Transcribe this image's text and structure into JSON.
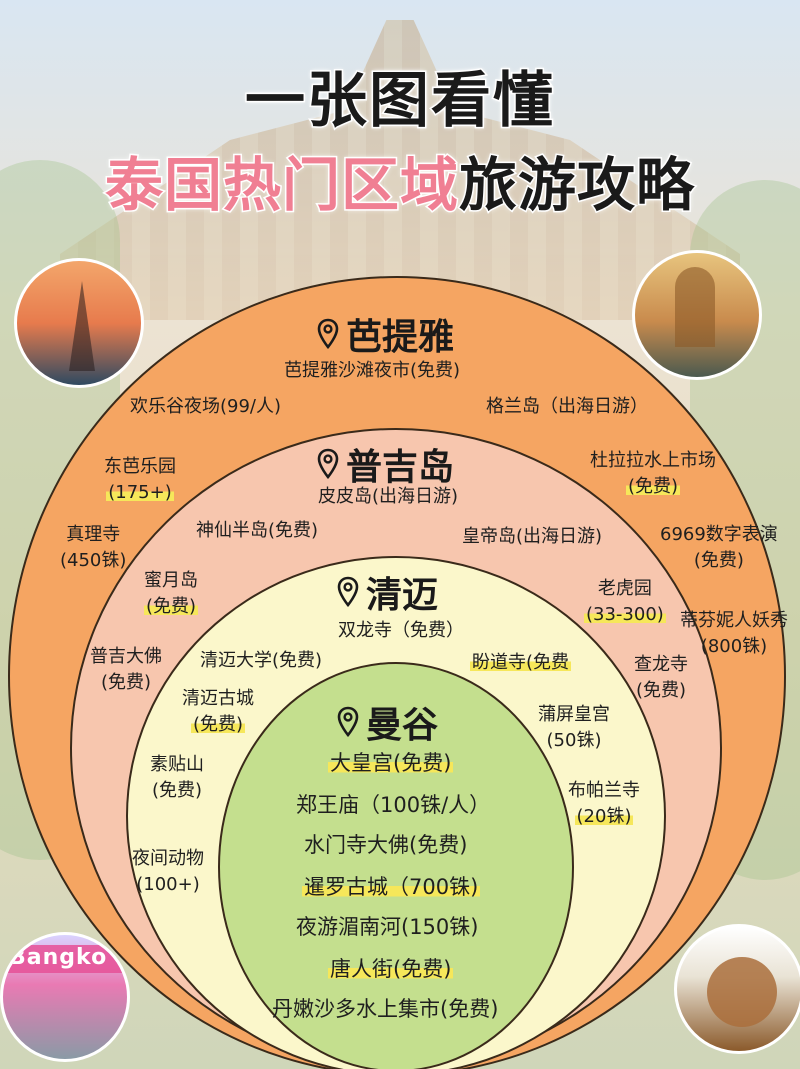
{
  "title": {
    "line1": "一张图看懂",
    "line2_pink": "泰国热门区域",
    "line2_black": "旅游攻略"
  },
  "photos": {
    "bottom_left_text": "Bangko"
  },
  "regions": {
    "pattaya": {
      "name": "芭提雅",
      "items": [
        "芭提雅沙滩夜市(免费)",
        "欢乐谷夜场(99/人)",
        "格兰岛（出海日游）",
        "东芭乐园",
        "(175+)",
        "杜拉拉水上市场",
        "(免费)",
        "真理寺",
        "(450铢)",
        "6969数字表演",
        "(免费)",
        "蒂芬妮人妖秀",
        "(800铢)"
      ]
    },
    "phuket": {
      "name": "普吉岛",
      "items": [
        "皮皮岛(出海日游)",
        "神仙半岛(免费)",
        "皇帝岛(出海日游)",
        "蜜月岛",
        "(免费)",
        "老虎园",
        "(33-300)",
        "普吉大佛",
        "(免费)",
        "查龙寺",
        "(免费)"
      ]
    },
    "chiangmai": {
      "name": "清迈",
      "items": [
        "双龙寺（免费）",
        "清迈大学(免费)",
        "盼道寺(免费",
        "清迈古城",
        "(免费)",
        "蒲屏皇宫",
        "(50铢)",
        "素贴山",
        "(免费)",
        "布帕兰寺",
        "(20铢)",
        "夜间动物",
        "(100+)"
      ]
    },
    "bangkok": {
      "name": "曼谷",
      "items": [
        "大皇宫(免费)",
        "郑王庙（100铢/人）",
        "水门寺大佛(免费)",
        "暹罗古城（700铢)",
        "夜游湄南河(150铢)",
        "唐人街(免费)",
        "丹嫩沙多水上集市(免费)"
      ]
    }
  },
  "colors": {
    "outer": "#f5a562",
    "second": "#f7c6ae",
    "third": "#fbf7cb",
    "inner": "#c4df8e",
    "highlight": "#f6e75a",
    "title_pink": "#f07f93"
  }
}
